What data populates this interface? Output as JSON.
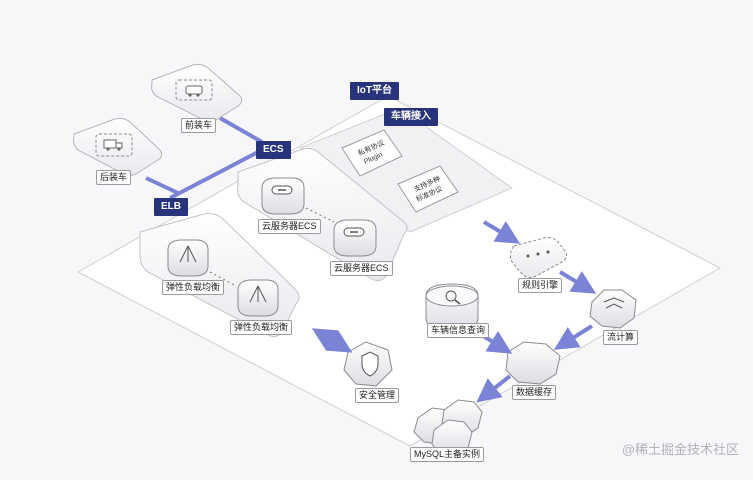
{
  "tags": {
    "iot_platform": "IoT平台",
    "vehicle_access": "车辆接入",
    "ecs": "ECS",
    "elb": "ELB"
  },
  "labels": {
    "front_device": "前装车",
    "rear_device": "后装车",
    "ecs_server_1": "云服务器ECS",
    "ecs_server_2": "云服务器ECS",
    "load_balancer_1": "弹性负载均衡",
    "load_balancer_2": "弹性负载均衡",
    "security": "安全管理",
    "vehicle_info_query": "车辆信息查询",
    "rule_engine": "规则引擎",
    "stream_compute": "流计算",
    "data_cache": "数据缓存",
    "mysql_instance": "MySQL主备实例"
  },
  "protocol_cards": {
    "private_protocol_line1": "私有协议",
    "private_protocol_line2": "Plugin",
    "standard_protocol_line1": "支持多种",
    "standard_protocol_line2": "标准协议"
  },
  "watermark": "@稀土掘金技术社区",
  "colors": {
    "arrow": "#7b83d6",
    "tag_bg": "#27337a",
    "platform_border": "#c8c8cc"
  },
  "icons": {
    "front_device": "car-icon",
    "rear_device": "truck-icon",
    "ecs_server": "server-icon",
    "load_balancer": "balancer-icon",
    "security": "shield-icon",
    "vehicle_info_query": "search-icon",
    "rule_engine": "rule-engine-icon",
    "stream_compute": "stream-icon",
    "data_cache": "cache-icon",
    "mysql_instance": "database-cluster-icon"
  }
}
